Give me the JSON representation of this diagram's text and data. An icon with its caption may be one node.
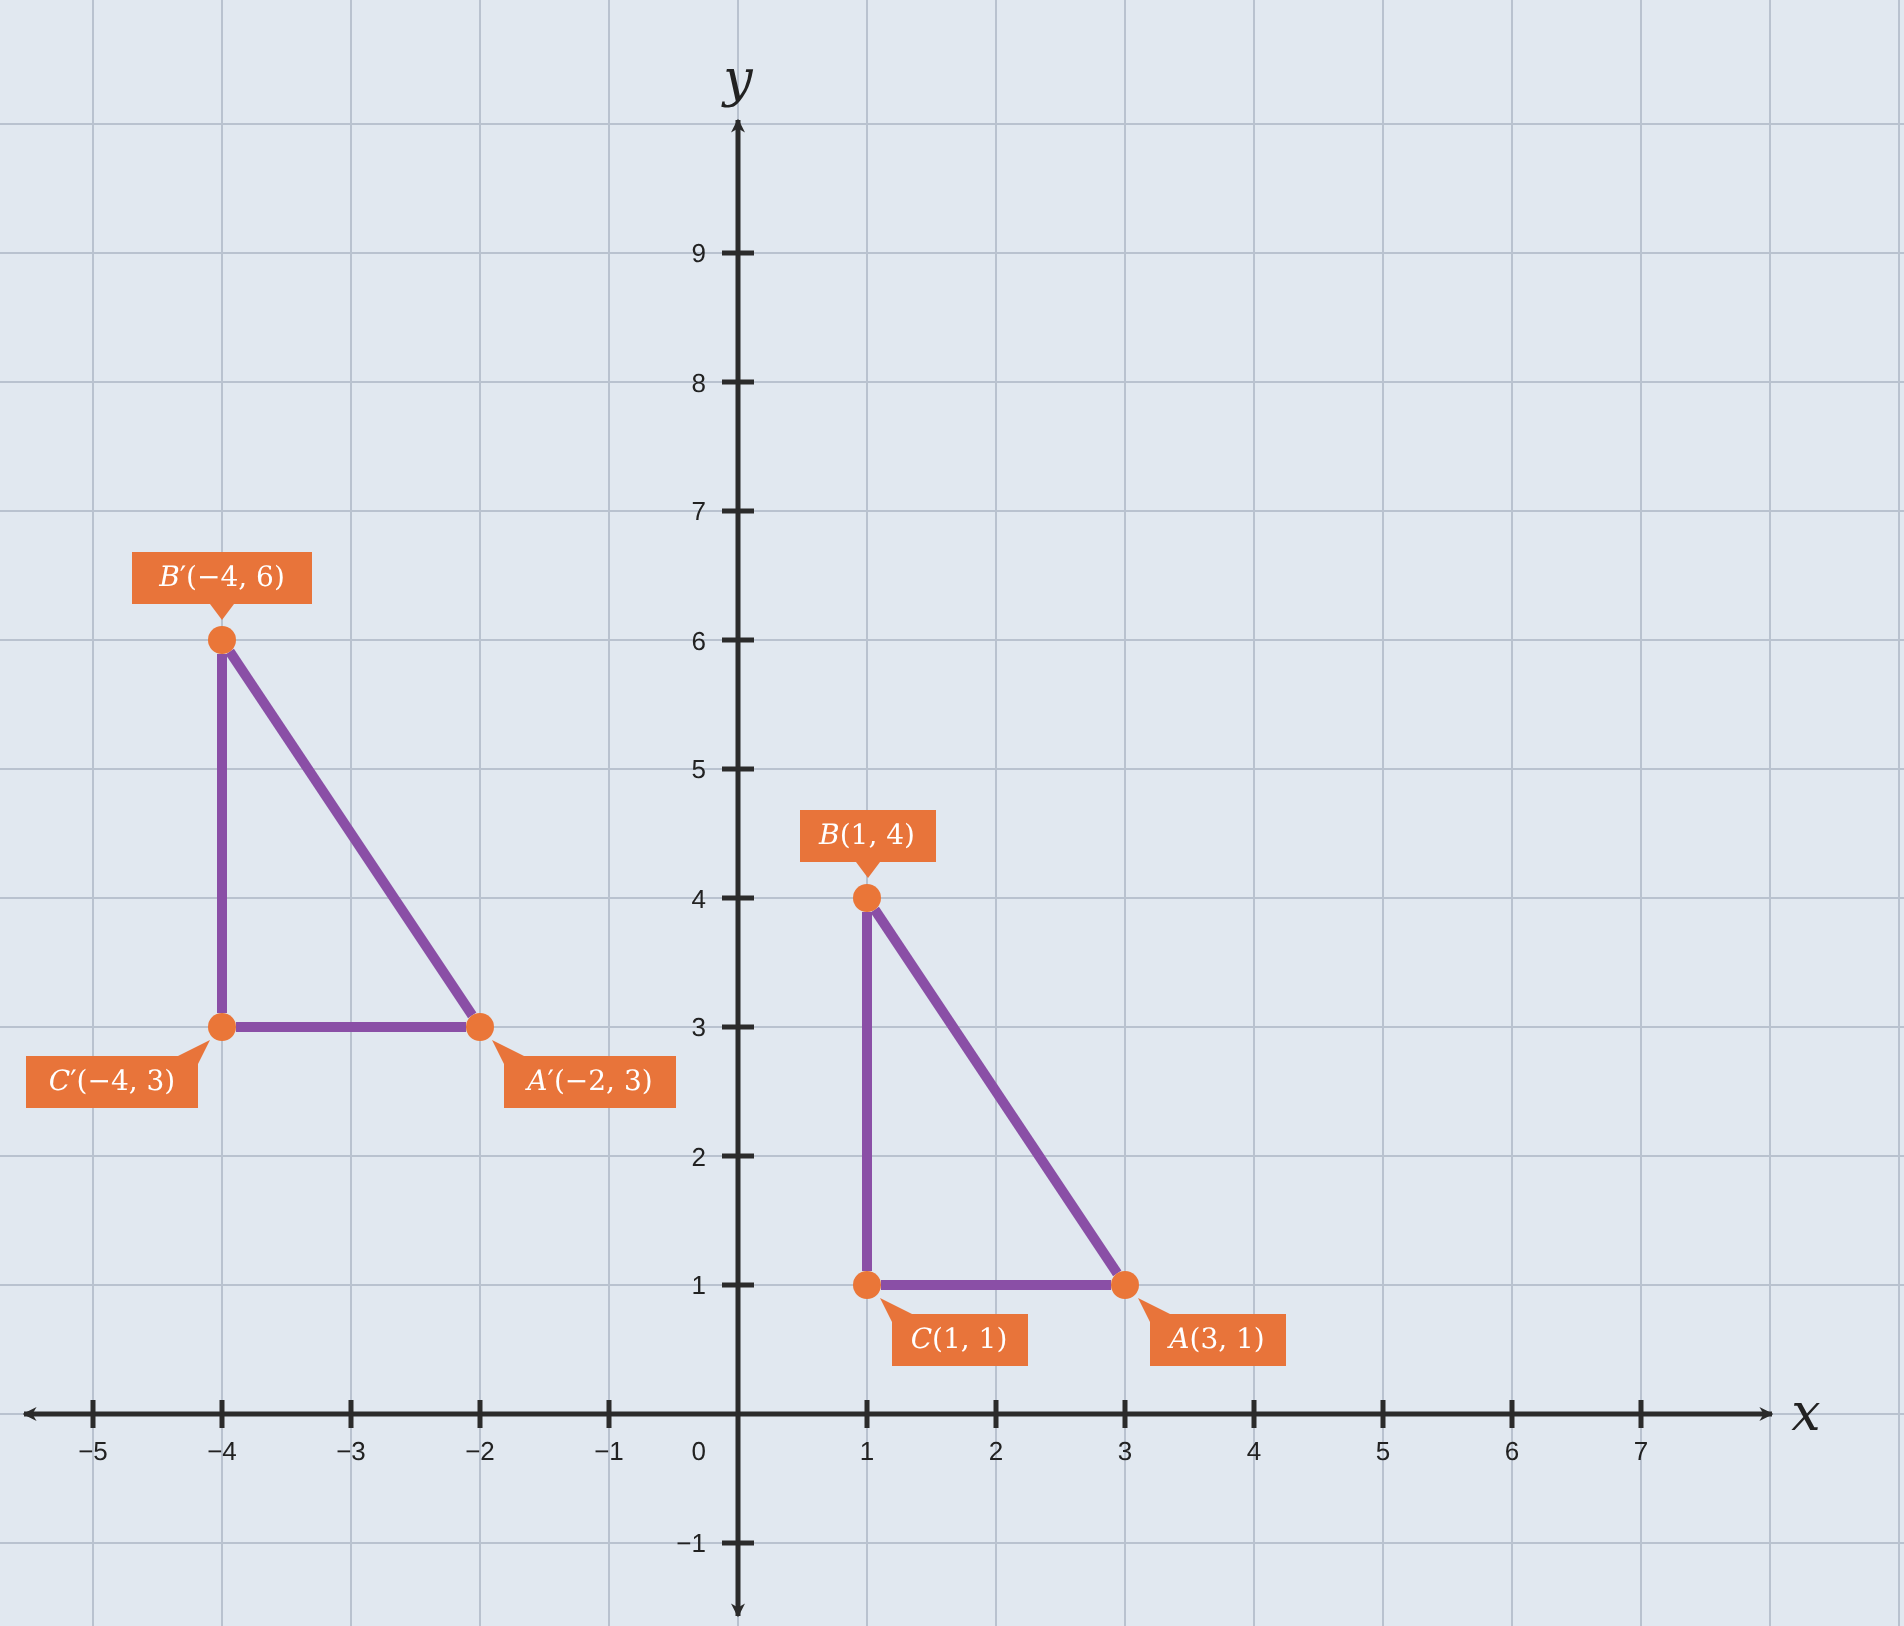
{
  "diagram": {
    "nodes": [
      {
        "text": [
          "*B*′(−4, 6)"
        ]
      },
      {
        "text": [],
        "shape": "circle"
      },
      {
        "text": [],
        "shape": "circle"
      },
      {
        "text": [],
        "shape": "circle"
      },
      {
        "text": [
          "*C*′(−4, 3)"
        ]
      },
      {
        "text": [
          "*A*′(−2, 3)"
        ]
      },
      {
        "text": [
          "*B*(1, 4)"
        ]
      },
      {
        "text": [],
        "shape": "circle"
      },
      {
        "text": [],
        "shape": "circle"
      },
      {
        "text": [],
        "shape": "circle"
      },
      {
        "text": [
          "*C*(1, 1)"
        ]
      },
      {
        "text": [
          "*A*(3, 1)"
        ]
      }
    ],
    "edges": [
      {
        "from": 1,
        "to": 3,
        "arrow": "none"
      },
      {
        "from": 3,
        "to": 2,
        "arrow": "none"
      },
      {
        "from": 2,
        "to": 1,
        "arrow": "none"
      },
      {
        "from": 7,
        "to": 9,
        "arrow": "none"
      },
      {
        "from": 9,
        "to": 8,
        "arrow": "none"
      },
      {
        "from": 8,
        "to": 7,
        "arrow": "none"
      }
    ],
    "labels": [
      "y",
      "9",
      "8",
      "7",
      "6",
      "5",
      "4",
      "3",
      "2",
      "1",
      "−5",
      "−4",
      "−3",
      "−2",
      "−1",
      "0",
      "1",
      "2",
      "3",
      "4",
      "5",
      "6",
      "7",
      "x",
      "−1"
    ]
  }
}
